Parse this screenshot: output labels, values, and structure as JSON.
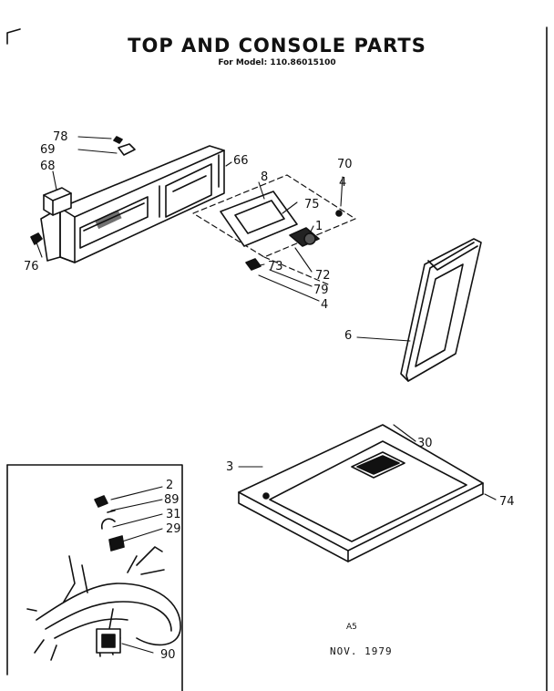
{
  "title": "TOP AND CONSOLE PARTS",
  "subtitle": "For Model: 110.86015100",
  "footer": {
    "code": "A5",
    "date": "NOV. 1979"
  },
  "parts": {
    "p78": "78",
    "p69": "69",
    "p68": "68",
    "p76": "76",
    "p66": "66",
    "p8": "8",
    "p70": "70",
    "p4a": "4",
    "p75": "75",
    "p1": "1",
    "p72": "72",
    "p73": "73",
    "p79": "79",
    "p4b": "4",
    "p6": "6",
    "p30": "30",
    "p3": "3",
    "p74": "74",
    "p2": "2",
    "p89": "89",
    "p31": "31",
    "p29": "29",
    "p90": "90"
  }
}
